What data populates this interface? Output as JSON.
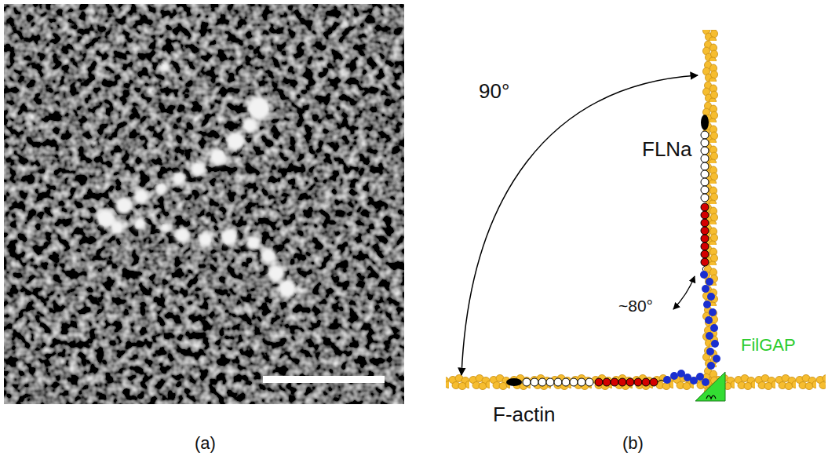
{
  "diagram": {
    "labels": [
      "(a)",
      "(b)",
      "90°",
      "~80°",
      "FLNa",
      "FilGAP",
      "F-actin"
    ]
  }
}
